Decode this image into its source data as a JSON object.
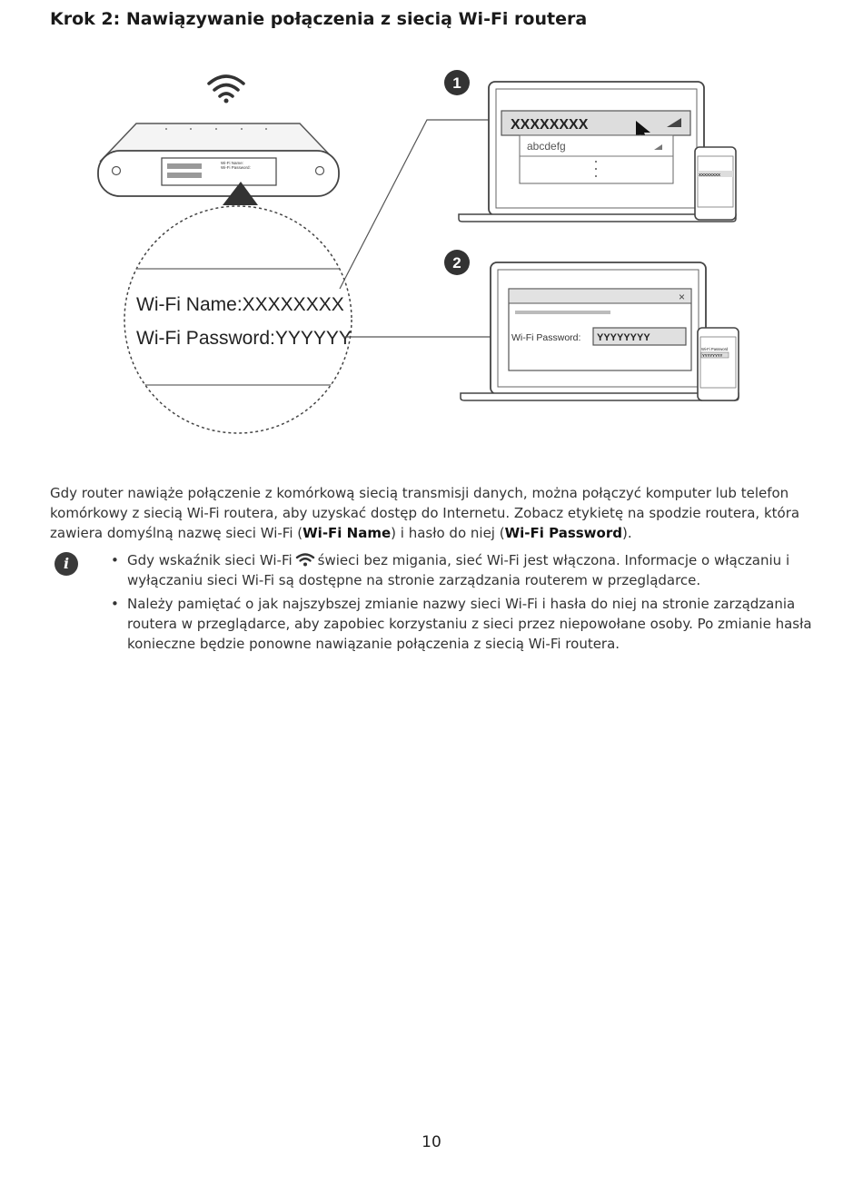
{
  "heading": "Krok 2: Nawiązywanie połączenia z siecią Wi-Fi routera",
  "figure": {
    "label_name": "Wi-Fi Name:XXXXXXXX",
    "label_password": "Wi-Fi Password:YYYYYYYY",
    "router_label_name": "Wi-Fi Name:",
    "router_label_password": "Wi-Fi Password:",
    "step1_number": "1",
    "step2_number": "2",
    "network_selected": "XXXXXXXX",
    "network_other": "abcdefg",
    "phone_network": "XXXXXXXX",
    "password_prompt": "Wi-Fi Password:",
    "password_value": "YYYYYYYY",
    "phone_password_label": "Wi-Fi Password",
    "phone_password_value": "YYYYYYYY",
    "close_glyph": "×"
  },
  "intro": {
    "part1": "Gdy router nawiąże połączenie z komórkową siecią transmisji danych, można połączyć komputer lub telefon komórkowy z siecią Wi-Fi routera, aby uzyskać dostęp do Internetu. Zobacz etykietę na spodzie routera, która zawiera domyślną nazwę sieci Wi-Fi (",
    "bold1": "Wi-Fi Name",
    "part2": ") i hasło do niej (",
    "bold2": "Wi-Fi Password",
    "part3": ")."
  },
  "note": {
    "icon": "i",
    "bullet1_before": "Gdy wskaźnik sieci Wi-Fi",
    "bullet1_after": "świeci bez migania, sieć Wi-Fi jest włączona. Informacje o włączaniu i wyłączaniu sieci Wi-Fi są dostępne na stronie zarządzania routerem w przeglądarce.",
    "bullet2": "Należy pamiętać o jak najszybszej zmianie nazwy sieci Wi-Fi i hasła do niej na stronie zarządzania routera w przeglądarce, aby zapobiec korzystaniu z sieci przez niepowołane osoby. Po zmianie hasła konieczne będzie ponowne nawiązanie połączenia z siecią Wi-Fi routera."
  },
  "page_number": "10"
}
